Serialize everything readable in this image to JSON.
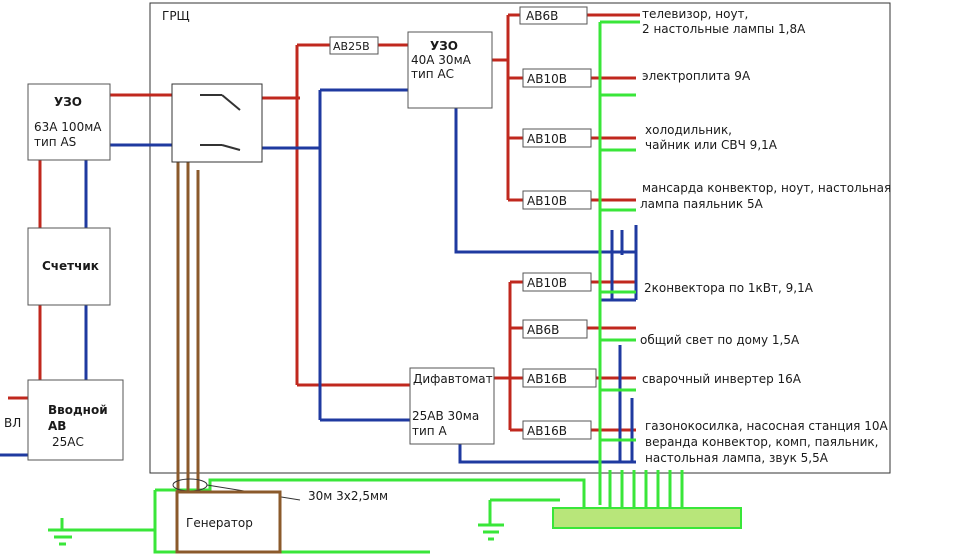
{
  "colors": {
    "phase": "#c0281e",
    "neutral": "#1f3aa0",
    "ground": "#39e639",
    "generator_cable": "#8b5a2b",
    "frame": "#333333"
  },
  "labels": {
    "grsh": "ГРЩ",
    "vl": "ВЛ",
    "uzo_main_title": "УЗО",
    "uzo_main_line1": "63А 100мА",
    "uzo_main_line2": "тип AS",
    "meter": "Счетчик",
    "vvod_line1": "Вводной",
    "vvod_line2": "АВ",
    "vvod_line3": "25АС",
    "ab25": "АВ25В",
    "uzo2_title": "УЗО",
    "uzo2_line1": "40А 30мА",
    "uzo2_line2": "тип АС",
    "difavt_title": "Дифавтомат",
    "difavt_line1": "25АВ 30ма",
    "difavt_line2": "тип А",
    "generator": "Генератор",
    "cable": "30м 3х2,5мм"
  },
  "breakers": [
    "АВ6В",
    "АВ10В",
    "АВ10В",
    "АВ10В",
    "АВ10В",
    "АВ6В",
    "АВ16В",
    "АВ16В"
  ],
  "loads": [
    {
      "line1": "телевизор,  ноут,",
      "line2": "2 настольные лампы 1,8А"
    },
    {
      "line1": "электроплита  9А",
      "line2": ""
    },
    {
      "line1": "холодильник,",
      "line2": "чайник или СВЧ  9,1А"
    },
    {
      "line1": "мансарда конвектор, ноут, настольная",
      "line2": "лампа паяльник  5А"
    },
    {
      "line1": "2конвектора по 1кВт,   9,1А",
      "line2": ""
    },
    {
      "line1": "общий свет по дому      1,5А",
      "line2": ""
    },
    {
      "line1": "сварочный инвертер 16А",
      "line2": ""
    },
    {
      "line1": "газонокосилка, насосная станция 10А",
      "line2": "веранда конвектор, комп, паяльник,"
    },
    {
      "line1": "настольная лампа, звук 5,5А",
      "line2": ""
    }
  ]
}
